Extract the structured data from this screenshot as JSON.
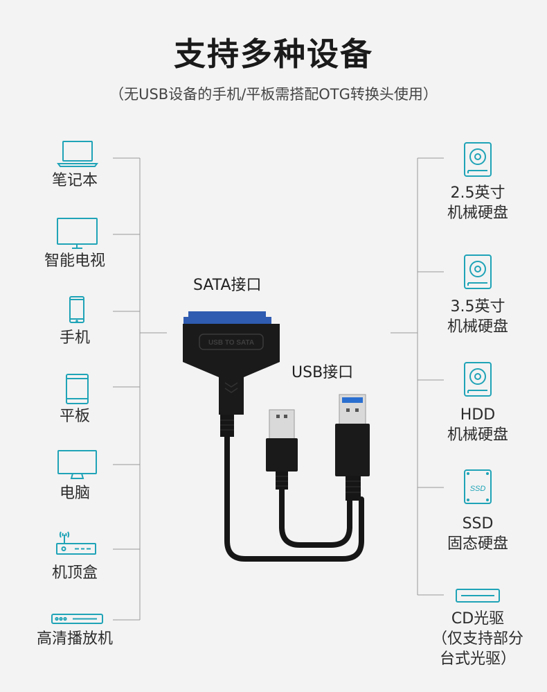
{
  "title": "支持多种设备",
  "subtitle": "（无USB设备的手机/平板需搭配OTG转换头使用）",
  "left_devices": [
    {
      "label": "笔记本",
      "icon": "laptop-icon"
    },
    {
      "label": "智能电视",
      "icon": "smart-tv-icon"
    },
    {
      "label": "手机",
      "icon": "phone-icon"
    },
    {
      "label": "平板",
      "icon": "tablet-icon"
    },
    {
      "label": "电脑",
      "icon": "monitor-icon"
    },
    {
      "label": "机顶盒",
      "icon": "set-top-box-icon"
    },
    {
      "label": "高清播放机",
      "icon": "hd-player-icon"
    }
  ],
  "right_devices": [
    {
      "lines": [
        "2.5英寸",
        "机械硬盘"
      ],
      "icon": "hdd-icon"
    },
    {
      "lines": [
        "3.5英寸",
        "机械硬盘"
      ],
      "icon": "hdd-icon"
    },
    {
      "lines": [
        "HDD",
        "机械硬盘"
      ],
      "icon": "hdd-icon"
    },
    {
      "lines": [
        "SSD",
        "固态硬盘"
      ],
      "icon": "ssd-icon"
    },
    {
      "lines": [
        "CD光驱",
        "（仅支持部分",
        "台式光驱）"
      ],
      "icon": "cd-drive-icon"
    }
  ],
  "product": {
    "sata_label": "SATA接口",
    "usb_label": "USB接口",
    "box_text": "USB TO SATA",
    "ssd_icon_text": "SSD"
  },
  "colors": {
    "accent": "#1fa3b7",
    "line": "#9a9a9a",
    "cable": "#161616",
    "sata_blue": "#2f5bb0",
    "usb3_blue": "#2a6fd0"
  }
}
